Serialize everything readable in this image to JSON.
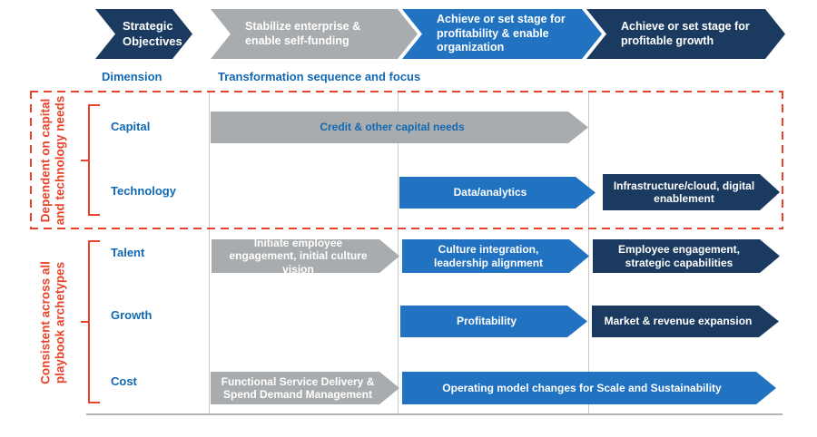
{
  "colors": {
    "navy": "#1b3a60",
    "blue": "#2173c2",
    "gray": "#a9acae",
    "red": "#e8442d",
    "label_blue": "#1268b3",
    "line": "#cacaca",
    "baseline": "#b0b3b5"
  },
  "header": {
    "strategic_objectives": "Strategic Objectives",
    "dimension": "Dimension",
    "sequence": "Transformation sequence and focus",
    "stages": [
      {
        "label": "Stabilize enterprise & enable self-funding",
        "color": "gray"
      },
      {
        "label": "Achieve or set stage for profitability & enable organization",
        "color": "blue"
      },
      {
        "label": "Achieve or set stage for profitable growth",
        "color": "navy"
      }
    ]
  },
  "groups": [
    {
      "label": "Dependent on capital and technology needs",
      "label_line1": "Dependent on capital",
      "label_line2": "and technology needs",
      "dashed_box": true
    },
    {
      "label": "Consistent across all playbook archetypes",
      "label_line1": "Consistent across all",
      "label_line2": "playbook archetypes",
      "dashed_box": false
    }
  ],
  "rows": [
    {
      "dimension": "Capital",
      "arrows": [
        {
          "label": "Credit & other capital needs",
          "color": "gray",
          "text_color": "blue"
        }
      ]
    },
    {
      "dimension": "Technology",
      "arrows": [
        {
          "label": "Data/analytics",
          "color": "blue",
          "text_color": "white"
        },
        {
          "label": "Infrastructure/cloud, digital enablement",
          "color": "navy",
          "text_color": "white"
        }
      ]
    },
    {
      "dimension": "Talent",
      "arrows": [
        {
          "label": "Initiate employee engagement, initial culture vision",
          "color": "gray",
          "text_color": "white"
        },
        {
          "label": "Culture integration, leadership alignment",
          "color": "blue",
          "text_color": "white"
        },
        {
          "label": "Employee engagement, strategic capabilities",
          "color": "navy",
          "text_color": "white"
        }
      ]
    },
    {
      "dimension": "Growth",
      "arrows": [
        {
          "label": "Profitability",
          "color": "blue",
          "text_color": "white"
        },
        {
          "label": "Market & revenue expansion",
          "color": "navy",
          "text_color": "white"
        }
      ]
    },
    {
      "dimension": "Cost",
      "arrows": [
        {
          "label": "Functional Service Delivery & Spend Demand Management",
          "color": "gray",
          "text_color": "white"
        },
        {
          "label": "Operating model changes for Scale and Sustainability",
          "color": "blue",
          "text_color": "white"
        }
      ]
    }
  ]
}
